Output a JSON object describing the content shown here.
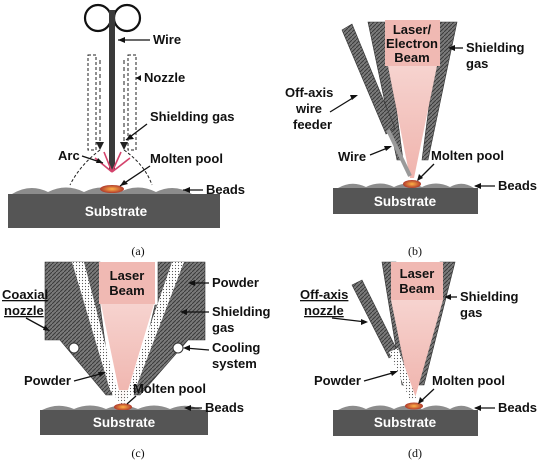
{
  "panel_a": {
    "caption": "(a)",
    "wire": "Wire",
    "nozzle": "Nozzle",
    "shielding_gas": "Shielding gas",
    "arc": "Arc",
    "molten_pool": "Molten pool",
    "beads": "Beads",
    "substrate": "Substrate"
  },
  "panel_b": {
    "caption": "(b)",
    "beam_line1": "Laser/",
    "beam_line2": "Electron",
    "beam_line3": "Beam",
    "shielding_line1": "Shielding",
    "shielding_line2": "gas",
    "feeder_line1": "Off-axis",
    "feeder_line2": "wire",
    "feeder_line3": "feeder",
    "wire": "Wire",
    "molten_pool": "Molten pool",
    "beads": "Beads",
    "substrate": "Substrate"
  },
  "panel_c": {
    "caption": "(c)",
    "beam_line1": "Laser",
    "beam_line2": "Beam",
    "powder_top": "Powder",
    "shielding_line1": "Shielding",
    "shielding_line2": "gas",
    "coaxial_line1": "Coaxial",
    "coaxial_line2": "nozzle",
    "cooling_line1": "Cooling",
    "cooling_line2": "system",
    "powder_bottom": "Powder",
    "molten_pool": "Molten pool",
    "beads": "Beads",
    "substrate": "Substrate"
  },
  "panel_d": {
    "caption": "(d)",
    "beam_line1": "Laser",
    "beam_line2": "Beam",
    "offaxis_line1": "Off-axis",
    "offaxis_line2": "nozzle",
    "shielding_line1": "Shielding",
    "shielding_line2": "gas",
    "powder": "Powder",
    "molten_pool": "Molten pool",
    "beads": "Beads",
    "substrate": "Substrate"
  },
  "colors": {
    "substrate": "#555555",
    "bead": "#8c8c8c",
    "beam": "#f3c8c4",
    "beam_box": "#f0b9b3",
    "pool": "#c0392b",
    "nozzle": "#5a5a5a"
  }
}
